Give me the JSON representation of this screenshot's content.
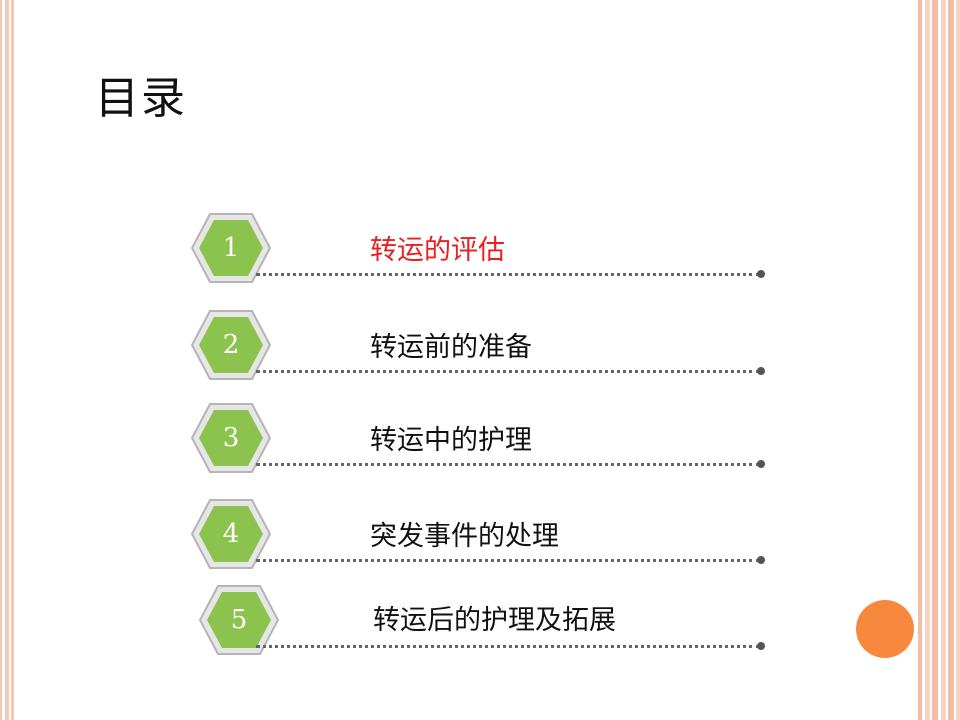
{
  "slide": {
    "title": "目录",
    "items": [
      {
        "number": "1",
        "label": "转运的评估",
        "active": true
      },
      {
        "number": "2",
        "label": "转运前的准备",
        "active": false
      },
      {
        "number": "3",
        "label": "转运中的护理",
        "active": false
      },
      {
        "number": "4",
        "label": "突发事件的处理",
        "active": false
      },
      {
        "number": "5",
        "label": "转运后的护理及拓展",
        "active": false
      }
    ]
  },
  "colors": {
    "hex_fill": "#8cc34f",
    "hex_border": "#c8c8c8",
    "active_text": "#e8201f",
    "accent_circle": "#f7893e",
    "border_stripe": "#f3bea6"
  }
}
